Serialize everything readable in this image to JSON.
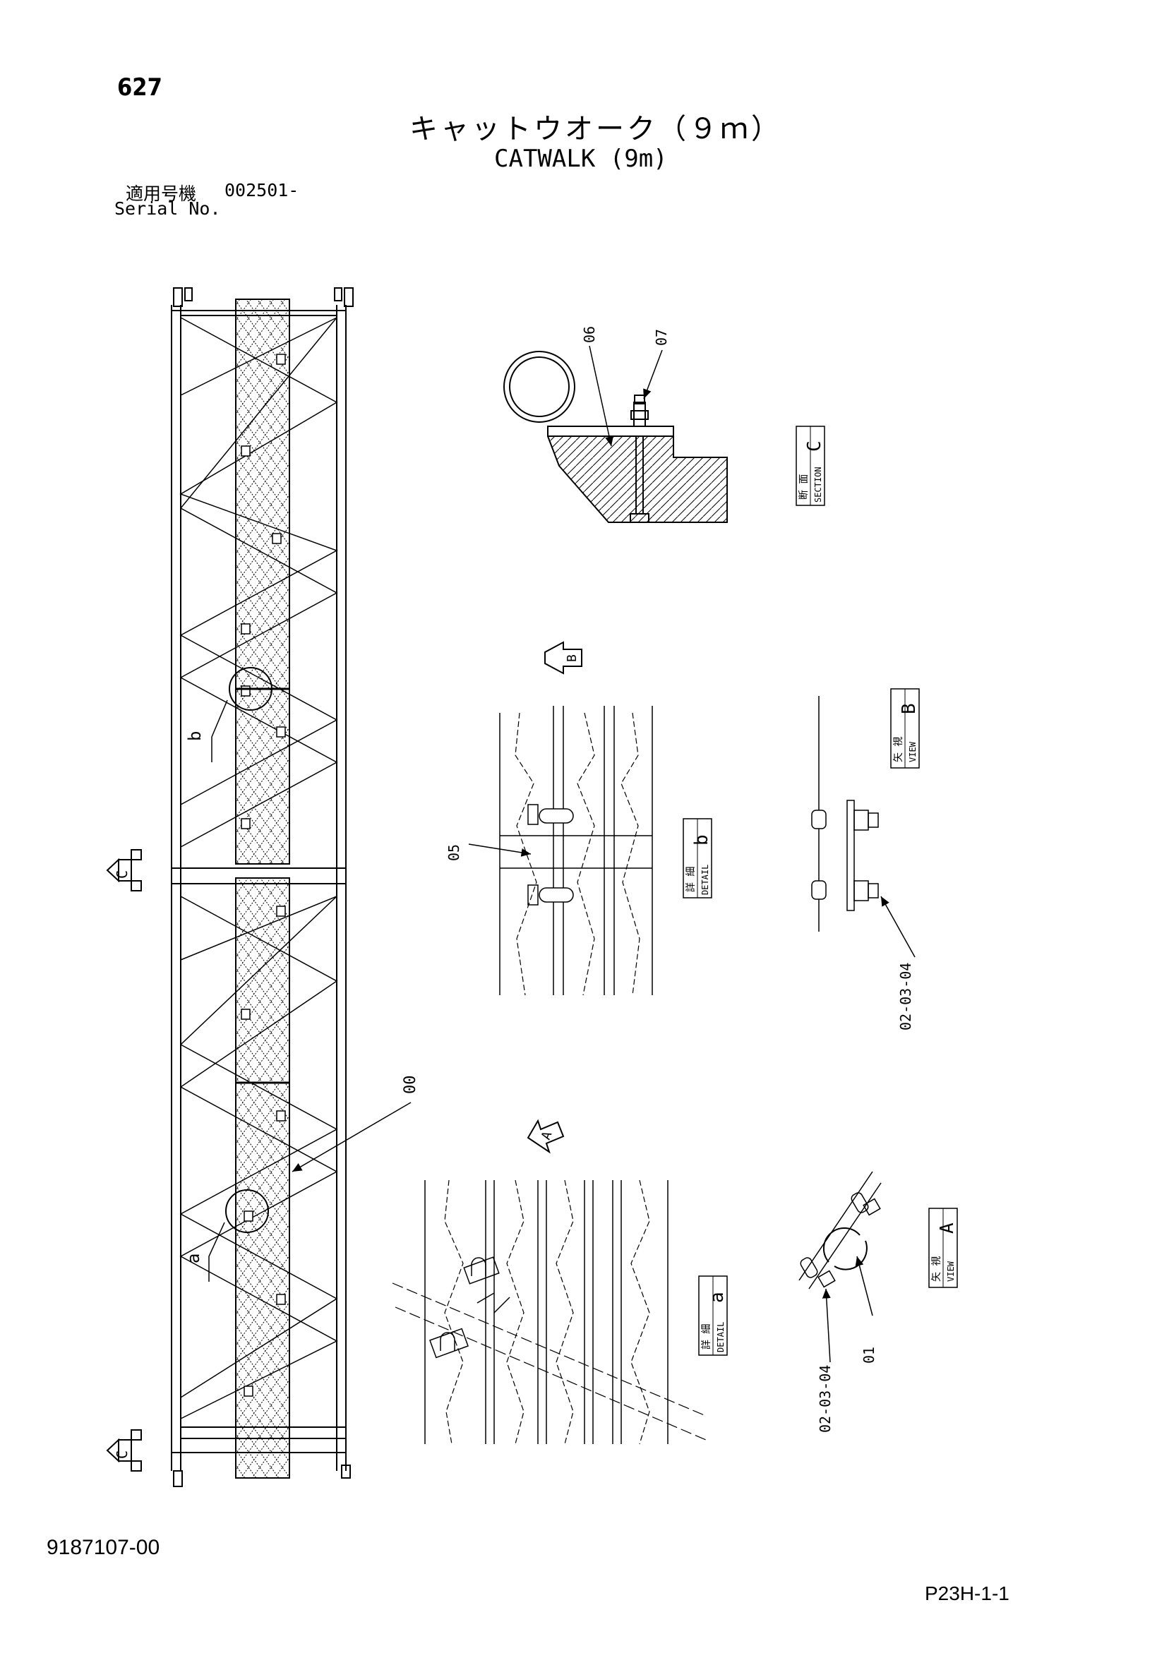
{
  "header": {
    "page_number": "627",
    "title_jp": "キャットウオーク（９ｍ）",
    "title_en": "CATWALK (9m)",
    "serial_label_jp": "適用号機",
    "serial_value": "002501-",
    "serial_label_en": "Serial No."
  },
  "views": {
    "section_c": {
      "jp": "断 面",
      "en": "SECTION",
      "letter": "C"
    },
    "view_b": {
      "jp": "矢 視",
      "en": "VIEW",
      "letter": "B"
    },
    "detail_b": {
      "jp": "詳 細",
      "en": "DETAIL",
      "letter": "b"
    },
    "view_a": {
      "jp": "矢 視",
      "en": "VIEW",
      "letter": "A"
    },
    "detail_a": {
      "jp": "詳 細",
      "en": "DETAIL",
      "letter": "a"
    }
  },
  "callouts": {
    "part_06": "06",
    "part_07": "07",
    "part_05": "05",
    "part_00": "00",
    "part_01": "01",
    "ref_b": "02-03-04",
    "ref_a": "02-03-04",
    "detail_ref_b": "b",
    "detail_ref_a": "a",
    "arrow_b": "B",
    "arrow_a": "A",
    "section_c_top": "C",
    "section_c_bottom": "C"
  },
  "footer": {
    "document_number": "9187107-00",
    "page_code": "P23H-1-1"
  }
}
